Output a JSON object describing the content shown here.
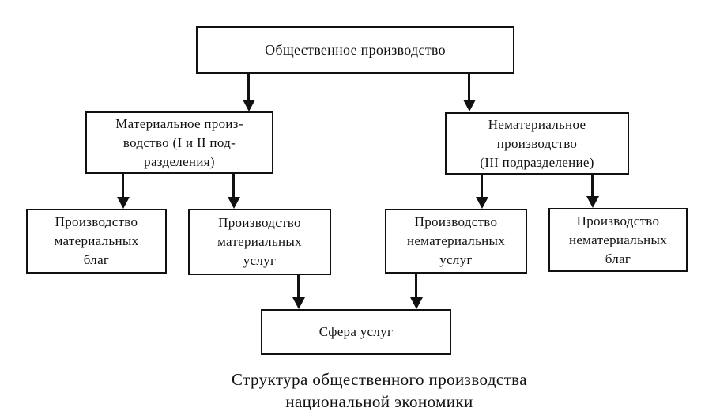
{
  "diagram": {
    "title_caption": "Структура общественного производства\nнациональной экономики",
    "colors": {
      "line": "#111111",
      "background": "#ffffff",
      "text": "#111111"
    },
    "nodes": {
      "social_production": {
        "label": "Общественное производство"
      },
      "material_production": {
        "label": "Материальное произ-\nводство (I и II под-\nразделения)"
      },
      "nonmaterial_production": {
        "label": "Нематериальное\nпроизводство\n(III подразделение)"
      },
      "material_goods": {
        "label": "Производство\nматериальных\nблаг"
      },
      "material_services": {
        "label": "Производство\nматериальных\nуслуг"
      },
      "nonmaterial_services": {
        "label": "Производство\nнематериальных\nуслуг"
      },
      "nonmaterial_goods": {
        "label": "Производство\nнематериальных\nблаг"
      },
      "service_sphere": {
        "label": "Сфера услуг"
      }
    },
    "edges": [
      {
        "from": "social_production",
        "to": "material_production"
      },
      {
        "from": "social_production",
        "to": "nonmaterial_production"
      },
      {
        "from": "material_production",
        "to": "material_goods"
      },
      {
        "from": "material_production",
        "to": "material_services"
      },
      {
        "from": "nonmaterial_production",
        "to": "nonmaterial_services"
      },
      {
        "from": "nonmaterial_production",
        "to": "nonmaterial_goods"
      },
      {
        "from": "material_services",
        "to": "service_sphere"
      },
      {
        "from": "nonmaterial_services",
        "to": "service_sphere"
      }
    ]
  }
}
